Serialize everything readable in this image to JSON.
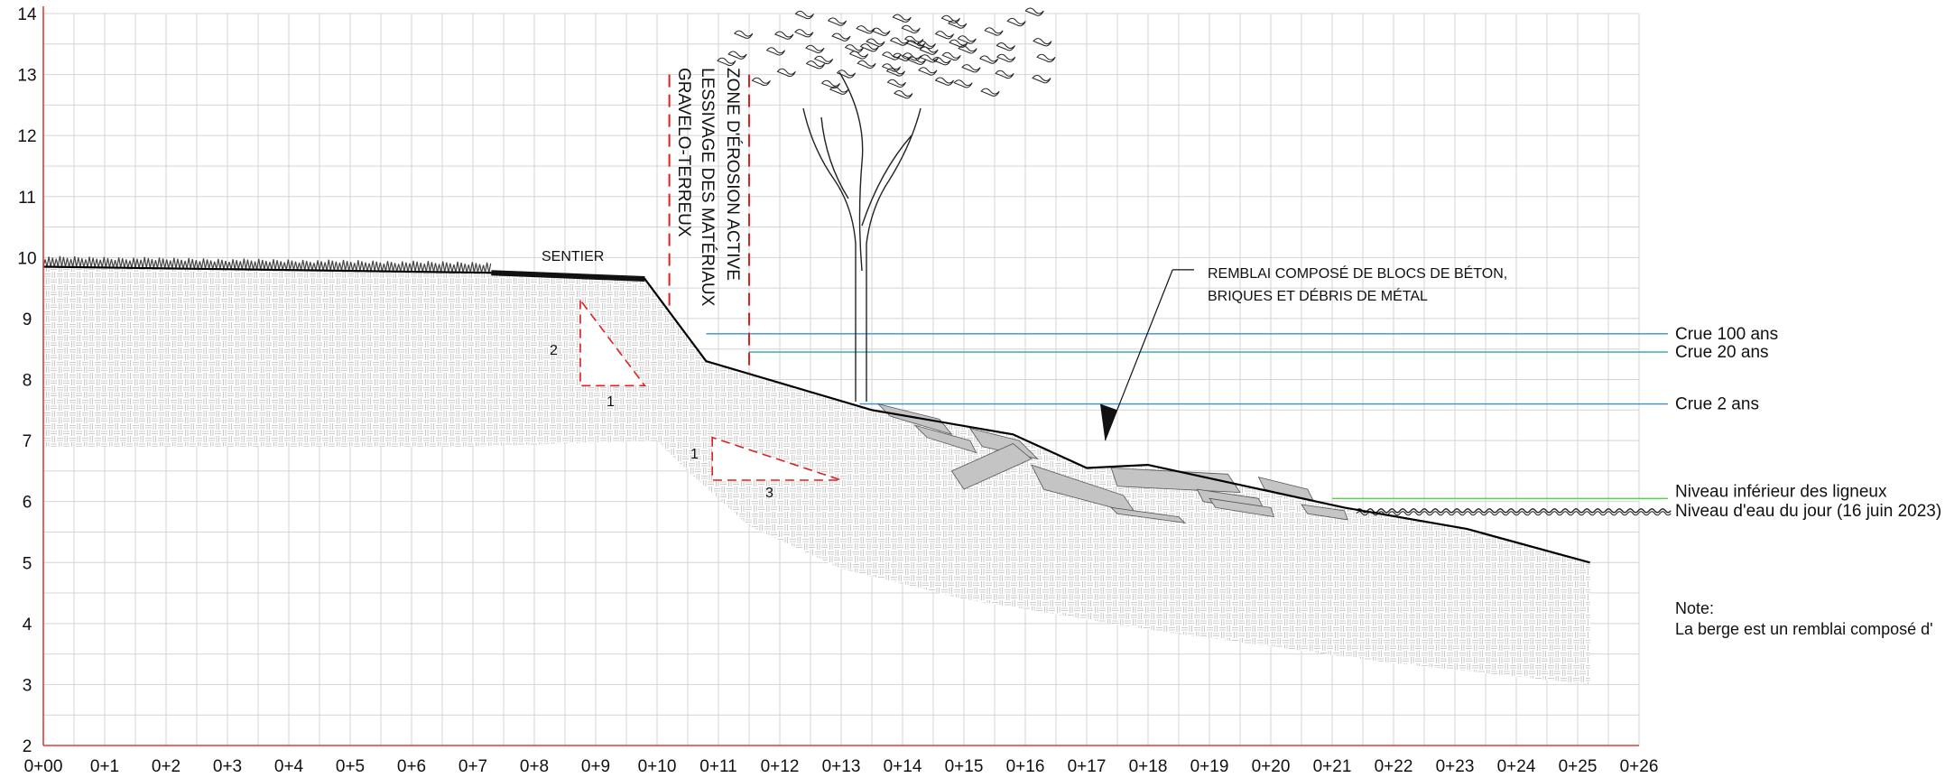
{
  "chart_data": {
    "type": "diagram",
    "x_ticks": [
      "0+00",
      "0+1",
      "0+2",
      "0+3",
      "0+4",
      "0+5",
      "0+6",
      "0+7",
      "0+8",
      "0+9",
      "0+10",
      "0+11",
      "0+12",
      "0+13",
      "0+14",
      "0+15",
      "0+16",
      "0+17",
      "0+18",
      "0+19",
      "0+20",
      "0+21",
      "0+22",
      "0+23",
      "0+24",
      "0+25",
      "0+26"
    ],
    "y_ticks": [
      "2",
      "3",
      "4",
      "5",
      "6",
      "7",
      "8",
      "9",
      "10",
      "11",
      "12",
      "13",
      "14"
    ],
    "xlim": [
      0,
      26
    ],
    "ylim": [
      2,
      14
    ],
    "grid": true,
    "ground_profile": [
      [
        0,
        9.85
      ],
      [
        7.3,
        9.75
      ],
      [
        9.8,
        9.65
      ],
      [
        10.8,
        8.3
      ],
      [
        13.5,
        7.5
      ],
      [
        15.8,
        7.1
      ],
      [
        17.0,
        6.55
      ],
      [
        18.0,
        6.6
      ],
      [
        21.2,
        5.9
      ],
      [
        23.2,
        5.55
      ],
      [
        25.2,
        5.0
      ]
    ],
    "levels": [
      {
        "label": "Crue 100 ans",
        "y": 8.75,
        "color": "#3b8ede",
        "x_start": 10.8
      },
      {
        "label": "Crue 20 ans",
        "y": 8.45,
        "color": "#2fa8a4",
        "x_start": 11.5
      },
      {
        "label": "Crue 2 ans",
        "y": 7.6,
        "color": "#3b8ede",
        "x_start": 13.3
      },
      {
        "label": "Niveau inférieur des ligneux",
        "y": 6.05,
        "color": "#49d846",
        "x_start": 21.0
      },
      {
        "label": "Niveau d'eau du jour (16 juin 2023)",
        "y": 5.85,
        "color": "#222222",
        "x_start": 21.4
      }
    ],
    "annotations": {
      "path_label": "SENTIER",
      "fill_label_line1": "REMBLAI COMPOSÉ DE BLOCS DE BÉTON,",
      "fill_label_line2": "BRIQUES ET DÉBRIS DE MÉTAL",
      "erosion_line1": "ZONE D'ÉROSION ACTIVE",
      "erosion_line2": "LESSIVAGE DES MATÉRIAUX",
      "erosion_line3": "GRAVELO-TERREUX",
      "slope1_vertical": "2",
      "slope1_horizontal": "1",
      "slope2_vertical": "1",
      "slope2_horizontal": "3"
    },
    "note": {
      "title": "Note:",
      "text": "La berge est un remblai composé d'"
    },
    "colors": {
      "axis": "#e23b3b",
      "ground": "#000000",
      "slope_marker": "#e02020",
      "debris": "#c4c4c4"
    }
  }
}
